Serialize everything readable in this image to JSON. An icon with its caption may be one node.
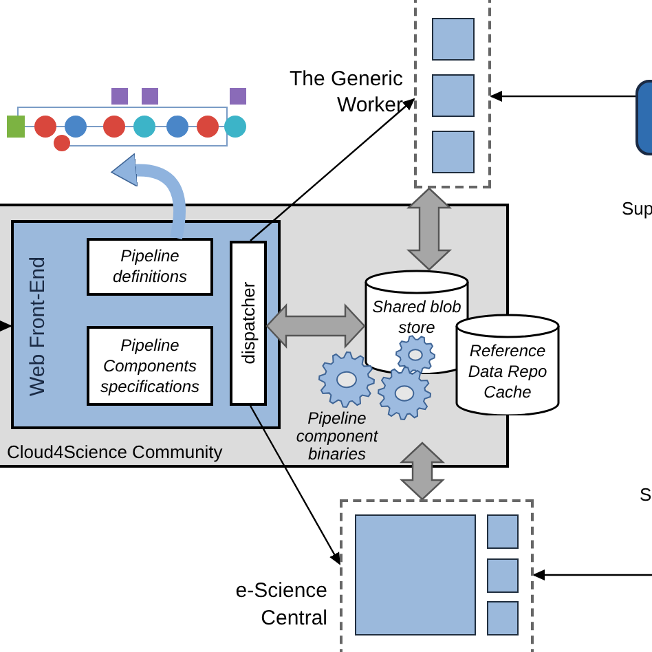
{
  "diagram": {
    "nodes": [
      {
        "text": [
          "The Generic Worker"
        ]
      },
      {
        "text": [],
        "shape": "box",
        "in": 0
      },
      {
        "text": [],
        "shape": "box",
        "in": 0
      },
      {
        "text": [],
        "shape": "box",
        "in": 0
      },
      {
        "text": [],
        "shape": "box"
      },
      {
        "text": [
          "Cloud4Science Community"
        ]
      },
      {
        "text": [
          "Web Front-End"
        ],
        "in": 5
      },
      {
        "text": [
          "Pipeline definitions"
        ],
        "in": 6
      },
      {
        "text": [
          "Pipeline Components specifications"
        ],
        "in": 6
      },
      {
        "text": [
          "dispatcher"
        ],
        "in": 6
      },
      {
        "text": [
          "Shared blob store"
        ],
        "in": 5
      },
      {
        "text": [
          "Reference Data Repo Cache"
        ]
      },
      {
        "text": [],
        "shape": "gear",
        "beside": [
          "Pipeline component binaries"
        ],
        "in": 5
      },
      {
        "text": [
          "e-Science Central"
        ]
      },
      {
        "text": [],
        "shape": "box",
        "in": 13
      },
      {
        "text": [],
        "shape": "box",
        "in": 13
      },
      {
        "text": [],
        "shape": "box",
        "in": 13
      },
      {
        "text": [],
        "shape": "box",
        "in": 13
      },
      {
        "text": [],
        "shape": "picture"
      }
    ],
    "edges": [
      {
        "from": 9,
        "to": 0,
        "arrow": "to"
      },
      {
        "from": 9,
        "to": 13,
        "arrow": "to"
      },
      {
        "from": 4,
        "to": 0,
        "arrow": "to"
      },
      {
        "from": null,
        "to": 13,
        "arrow": "to"
      },
      {
        "from": null,
        "to": 6,
        "arrow": "to"
      },
      {
        "from": 9,
        "to": 10,
        "arrow": "both",
        "style": "thick",
        "color": "#a6a6a6"
      },
      {
        "from": 0,
        "to": 10,
        "arrow": "both",
        "style": "thick",
        "color": "#a6a6a6"
      },
      {
        "from": 12,
        "to": 13,
        "arrow": "both",
        "style": "thick",
        "color": "#a6a6a6"
      },
      {
        "from": 7,
        "to": 18,
        "arrow": "to",
        "style": "thick",
        "color": "#8fb3de"
      }
    ],
    "labels": [
      "Sup",
      "S"
    ]
  }
}
